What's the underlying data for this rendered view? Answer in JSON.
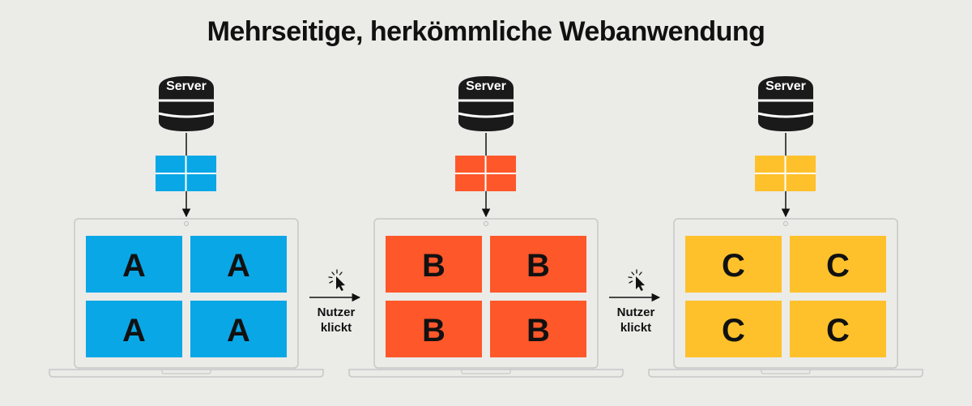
{
  "title": "Mehrseitige, herkömmliche Webanwendung",
  "columns": [
    {
      "server_label": "Server",
      "page_label": "A",
      "color": "#0aa7e6"
    },
    {
      "server_label": "Server",
      "page_label": "B",
      "color": "#fe572a"
    },
    {
      "server_label": "Server",
      "page_label": "C",
      "color": "#fec12b"
    }
  ],
  "transitions": [
    {
      "line1": "Nutzer",
      "line2": "klickt",
      "icon": "cursor-click-icon"
    },
    {
      "line1": "Nutzer",
      "line2": "klickt",
      "icon": "cursor-click-icon"
    }
  ],
  "colors": {
    "server": "#1a1a1a",
    "laptop_outline": "#c8c8c8",
    "background": "#ebebe8"
  }
}
